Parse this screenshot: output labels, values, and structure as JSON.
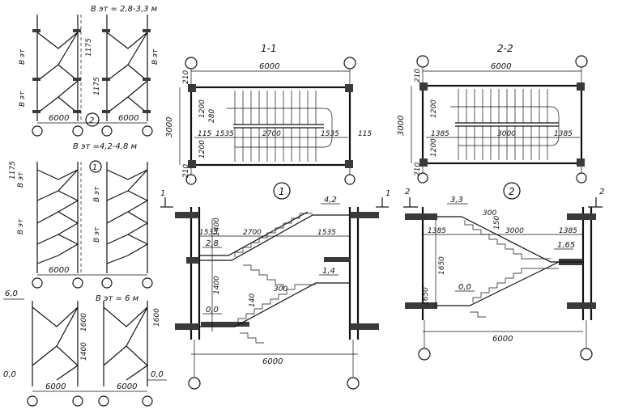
{
  "schemes": {
    "top": {
      "floor_height": "В эт = 2,8-3,3 м",
      "width": "6000",
      "width_right": "6000",
      "section_mark": "2",
      "v_labels": [
        "В эт",
        "В эт",
        "В эт"
      ],
      "mid_labels": [
        "1175",
        "1175"
      ]
    },
    "middle": {
      "floor_height": "В эт =4,2-4,8 м",
      "width": "6000",
      "section_mark": "1",
      "v_labels": [
        "В эт",
        "В эт",
        "В эт",
        "В эт"
      ],
      "mid_labels": [
        "1175"
      ]
    },
    "bottom": {
      "floor_height": "В эт = 6 м",
      "left_level": "6,0",
      "right_level": "0,0",
      "left_base": "0,0",
      "width": "6000",
      "width_right": "6000",
      "v_dims": [
        "1600",
        "1400",
        "1600"
      ]
    }
  },
  "plan_1_1": {
    "title": "1-1",
    "width": "6000",
    "height": "3000",
    "side_top": "210",
    "side_bottom": "210",
    "flight_top": "1200",
    "flight_bottom": "1200",
    "gap": "280",
    "landing_left": "1535",
    "run": "2700",
    "landing_right": "1535",
    "edge_left": "115",
    "edge_right": "115"
  },
  "plan_2_2": {
    "title": "2-2",
    "width": "6000",
    "height": "3000",
    "side_top": "210",
    "side_bottom": "210",
    "flight_top": "1200",
    "flight_bottom": "1200",
    "landing_left": "1385",
    "run": "3000",
    "landing_right": "1385"
  },
  "section_1": {
    "mark": "1",
    "cut_left": "1",
    "cut_right": "1",
    "level_top": "4,2",
    "level_mid": "1,4",
    "level_base": "0,0",
    "level_landing": "2,8",
    "landing_left": "1535",
    "run": "2700",
    "landing_right": "1535",
    "h_upper": "1400",
    "h_lower": "1400",
    "tread": "300",
    "riser": "140",
    "width": "6000"
  },
  "section_2": {
    "mark": "2",
    "cut_left": "2",
    "cut_right": "2",
    "level_top": "3,3",
    "level_mid": "1,65",
    "level_base": "0,0",
    "landing_left": "1385",
    "run": "3000",
    "landing_right": "1385",
    "h_upper": "1650",
    "h_lower": "1650",
    "tread": "300",
    "riser": "150",
    "width": "6000"
  }
}
